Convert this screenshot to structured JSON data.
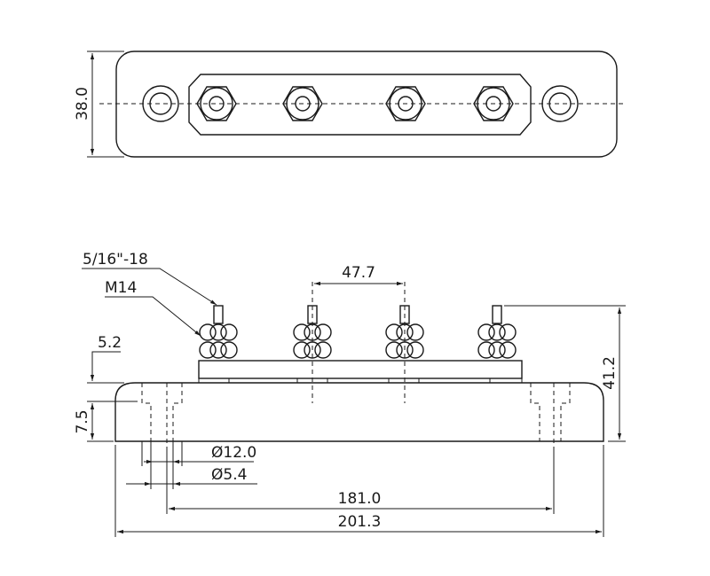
{
  "top_view": {
    "width_dim": "38.0"
  },
  "side_view": {
    "stud_thread": "5/16\"-18",
    "nut_size": "M14",
    "stud_pitch": "47.7",
    "total_height": "41.2",
    "plate_thickness": "5.2",
    "base_step": "7.5",
    "counterbore_dia": "Ø12.0",
    "hole_dia": "Ø5.4",
    "mount_spacing": "181.0",
    "overall_length": "201.3"
  }
}
